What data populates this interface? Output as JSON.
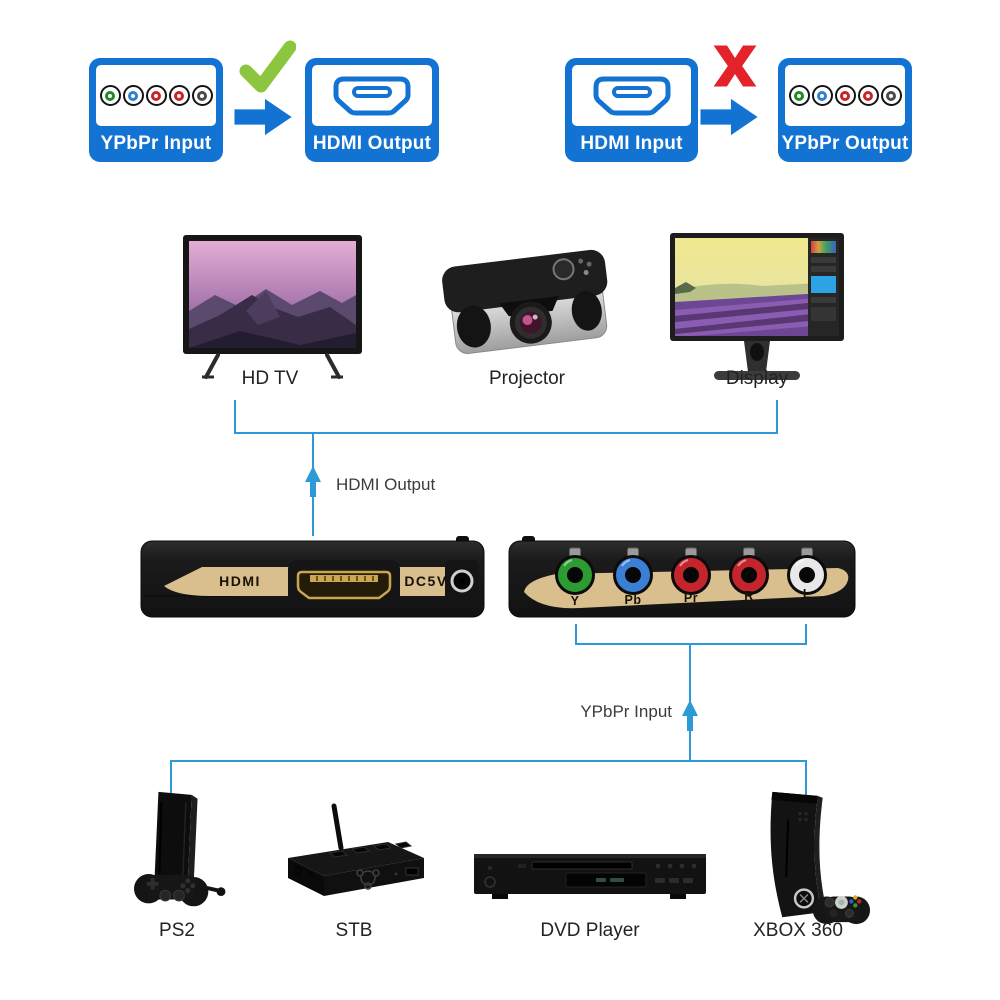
{
  "colors": {
    "accent_blue": "#1373d2",
    "line_blue": "#2d9ad8",
    "check_green": "#8cc63e",
    "cross_red": "#e3222a",
    "gold": "#d9bf8d",
    "label_dark": "#3c3c3c"
  },
  "component_icon_colors": [
    "#1e8a24",
    "#2f7fd2",
    "#cc2127",
    "#cc2127",
    "#4a4a4a"
  ],
  "top_flows": [
    {
      "from_label": "YPbPr Input",
      "result": "allowed",
      "to_label": "HDMI Output"
    },
    {
      "from_label": "HDMI Input",
      "result": "not-allowed",
      "to_label": "YPbPr Output"
    }
  ],
  "output_devices": [
    {
      "label": "HD TV"
    },
    {
      "label": "Projector"
    },
    {
      "label": "Display"
    }
  ],
  "connection_labels": {
    "hdmi": "HDMI Output",
    "ypbpr": "YPbPr Input"
  },
  "converter": {
    "hdmi_side": {
      "hdmi_label": "HDMI",
      "power_label": "DC5V"
    },
    "component_side": {
      "ports": [
        {
          "label": "Y",
          "color": "#2c9b32"
        },
        {
          "label": "Pb",
          "color": "#3b7fd4"
        },
        {
          "label": "Pr",
          "color": "#c4242b"
        },
        {
          "label": "R",
          "color": "#c4242b"
        },
        {
          "label": "L",
          "color": "#e8e8e8"
        }
      ]
    }
  },
  "input_devices": [
    {
      "label": "PS2"
    },
    {
      "label": "STB"
    },
    {
      "label": "DVD Player"
    },
    {
      "label": "XBOX 360"
    }
  ]
}
